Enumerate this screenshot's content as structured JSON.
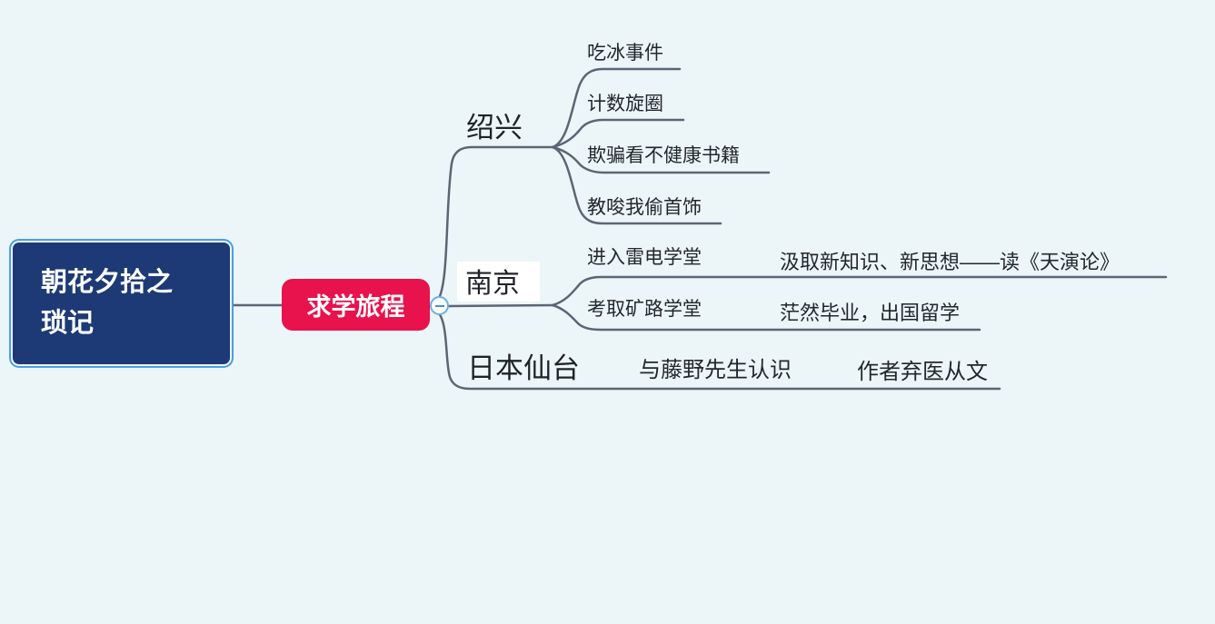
{
  "colors": {
    "background": "#ecf6f8",
    "root_fill": "#1d3a76",
    "root_border": "#4c9fe0",
    "central_fill": "#e8124d",
    "line": "#5d6475",
    "text": "#23272d",
    "collapse_border": "#6db0de"
  },
  "mindmap": {
    "root": {
      "label": "朝花夕拾之琐记"
    },
    "central": {
      "label": "求学旅程"
    },
    "collapse_button": {
      "state": "expanded",
      "symbol": "minus"
    },
    "branches": [
      {
        "label": "绍兴",
        "children": [
          {
            "label": "吃冰事件"
          },
          {
            "label": "计数旋圈"
          },
          {
            "label": "欺骗看不健康书籍"
          },
          {
            "label": "教唆我偷首饰"
          }
        ]
      },
      {
        "label": "南京",
        "children": [
          {
            "label": "进入雷电学堂",
            "children": [
              {
                "label": "汲取新知识、新思想——读《天演论》"
              }
            ]
          },
          {
            "label": "考取矿路学堂",
            "children": [
              {
                "label": "茫然毕业，出国留学"
              }
            ]
          }
        ]
      },
      {
        "label": "日本仙台",
        "children": [
          {
            "label": "与藤野先生认识",
            "children": [
              {
                "label": "作者弃医从文"
              }
            ]
          }
        ]
      }
    ]
  }
}
